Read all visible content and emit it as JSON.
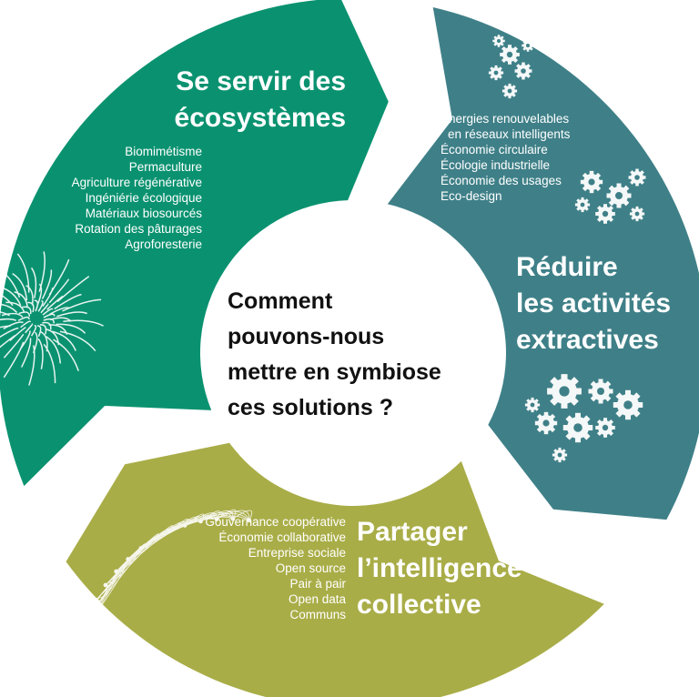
{
  "colors": {
    "green": "#0a9270",
    "teal": "#3f8088",
    "olive": "#a9ad47"
  },
  "center_question": [
    "Comment",
    "pouvons-nous",
    "mettre en symbiose",
    "ces solutions ?"
  ],
  "segments": {
    "ecosystems": {
      "title": [
        "Se servir des",
        "écosystèmes"
      ],
      "items": [
        "Biomimétisme",
        "Permaculture",
        "Agriculture régénérative",
        "Ingéniérie écologique",
        "Matériaux biosourcés",
        "Rotation des pâturages",
        "Agroforesterie"
      ],
      "icon": "flower-icon"
    },
    "extractive": {
      "title": [
        "Réduire",
        "les activités",
        "extractives"
      ],
      "items": [
        "Énergies renouvelables",
        "en réseaux intelligents",
        "Économie circulaire",
        "Écologie industrielle",
        "Économie des usages",
        "Eco-design"
      ],
      "icon": "gears-icon"
    },
    "collective": {
      "title": [
        "Partager",
        "l’intelligence",
        "collective"
      ],
      "items": [
        "Gouvernance coopérative",
        "Économie collaborative",
        "Entreprise sociale",
        "Open source",
        "Pair à pair",
        "Open data",
        "Communs"
      ],
      "icon": "network-icon"
    }
  }
}
